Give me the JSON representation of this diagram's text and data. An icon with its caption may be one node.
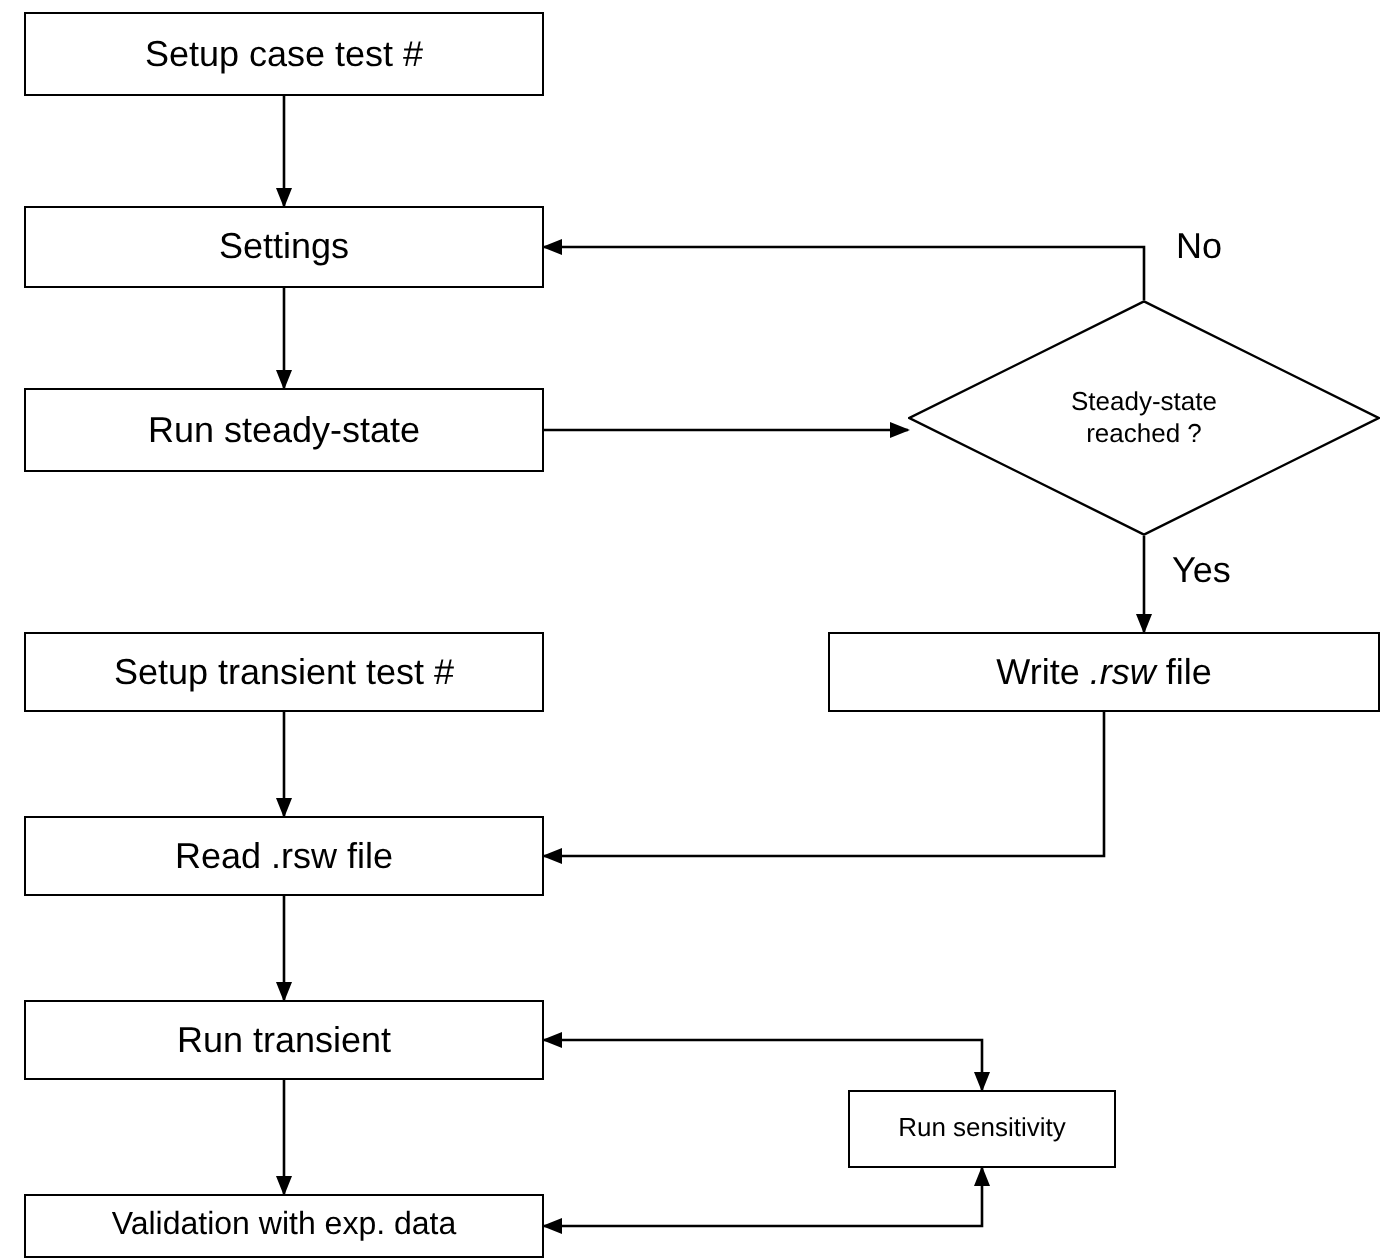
{
  "diagram": {
    "nodes": [
      {
        "text": [
          "Setup case test #"
        ]
      },
      {
        "text": [
          "Settings"
        ]
      },
      {
        "text": [
          "Run steady-state"
        ]
      },
      {
        "text": [
          "Steady-state reached ?"
        ]
      },
      {
        "text": [
          "Write *.rsw* file"
        ]
      },
      {
        "text": [
          "Setup transient test #"
        ]
      },
      {
        "text": [
          "Read .rsw file"
        ]
      },
      {
        "text": [
          "Run transient"
        ]
      },
      {
        "text": [
          "Run sensitivity"
        ]
      },
      {
        "text": [
          "Validation with exp. data"
        ]
      }
    ],
    "edges": [
      {
        "from": 0,
        "to": 1,
        "arrow": "to"
      },
      {
        "from": 1,
        "to": 2,
        "arrow": "to"
      },
      {
        "from": 2,
        "to": 3,
        "arrow": "to"
      },
      {
        "from": 3,
        "to": 1,
        "arrow": "to",
        "label": "No"
      },
      {
        "from": 3,
        "to": 4,
        "arrow": "to",
        "label": "Yes"
      },
      {
        "from": 4,
        "to": 6,
        "arrow": "to"
      },
      {
        "from": 5,
        "to": 6,
        "arrow": "to"
      },
      {
        "from": 6,
        "to": 7,
        "arrow": "to"
      },
      {
        "from": 7,
        "to": 9,
        "arrow": "to"
      },
      {
        "from": 7,
        "to": 8,
        "arrow": "both"
      },
      {
        "from": 8,
        "to": 9,
        "arrow": "both"
      }
    ]
  }
}
